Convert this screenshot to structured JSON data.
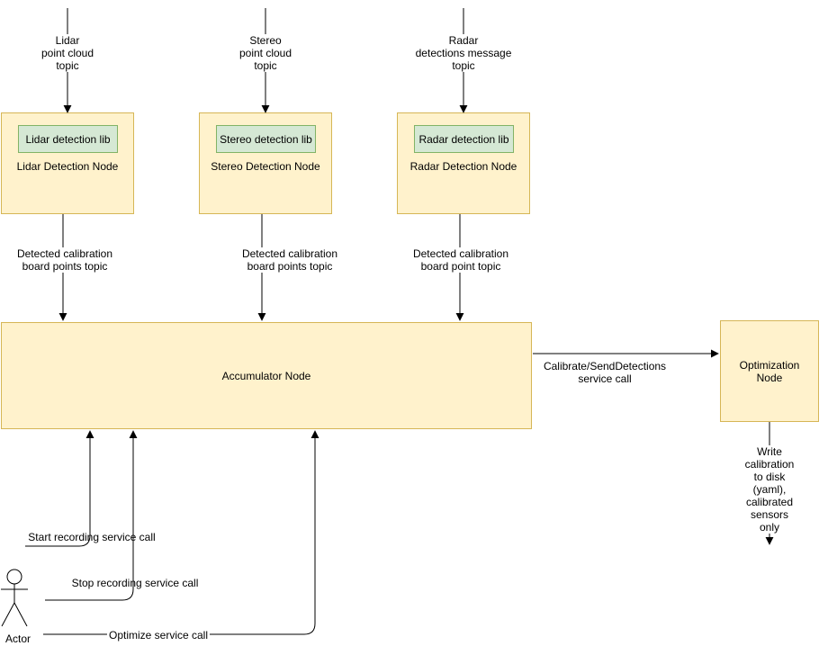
{
  "colors": {
    "node_fill": "#fff2cc",
    "node_stroke": "#d6b656",
    "lib_fill": "#d5e8d4",
    "lib_stroke": "#82b366",
    "line": "#000000",
    "background": "#ffffff"
  },
  "pipelines": [
    {
      "id": "lidar",
      "topic": "Lidar\npoint cloud\ntopic",
      "lib": "Lidar detection lib",
      "node": "Lidar Detection Node",
      "output": "Detected calibration\nboard points topic"
    },
    {
      "id": "stereo",
      "topic": "Stereo\npoint cloud\ntopic",
      "lib": "Stereo detection lib",
      "node": "Stereo Detection Node",
      "output": "Detected calibration\nboard points topic"
    },
    {
      "id": "radar",
      "topic": "Radar\ndetections message\ntopic",
      "lib": "Radar detection lib",
      "node": "Radar Detection Node",
      "output": "Detected calibration\nboard point topic"
    }
  ],
  "accumulator": {
    "title": "Accumulator Node"
  },
  "optimization": {
    "title": "Optimization\nNode",
    "output": "Write calibration\nto disk (yaml),\ncalibrated sensors only"
  },
  "service_calls": {
    "calibrate": "Calibrate/SendDetections\nservice call",
    "start": "Start recording service call",
    "stop": "Stop recording service call",
    "optimize": "Optimize service call"
  },
  "actor": {
    "label": "Actor"
  }
}
